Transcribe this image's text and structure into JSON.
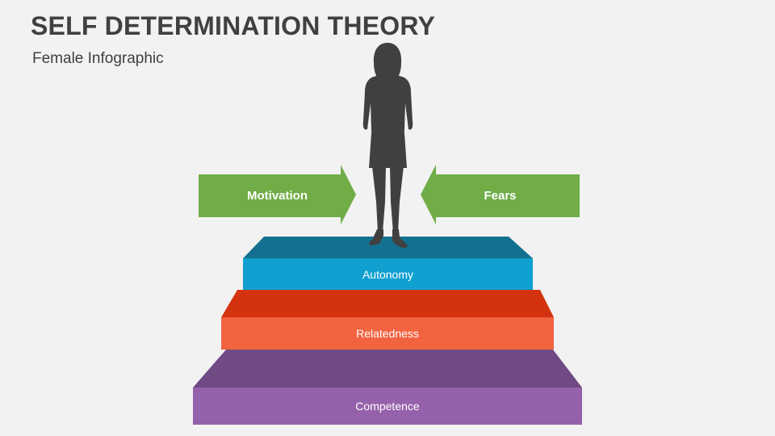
{
  "header": {
    "title": "SELF DETERMINATION THEORY",
    "subtitle": "Female Infographic"
  },
  "arrows": {
    "left": {
      "label": "Motivation",
      "color": "#70ad47"
    },
    "right": {
      "label": "Fears",
      "color": "#70ad47"
    }
  },
  "steps": [
    {
      "label": "Autonomy",
      "front_color": "#0fa0d0",
      "top_color": "#13708f"
    },
    {
      "label": "Relatedness",
      "front_color": "#f26340",
      "top_color": "#d4330f"
    },
    {
      "label": "Competence",
      "front_color": "#9661ab",
      "top_color": "#6f4a84"
    }
  ],
  "figure": {
    "icon": "female-silhouette-icon",
    "color": "#404040"
  }
}
